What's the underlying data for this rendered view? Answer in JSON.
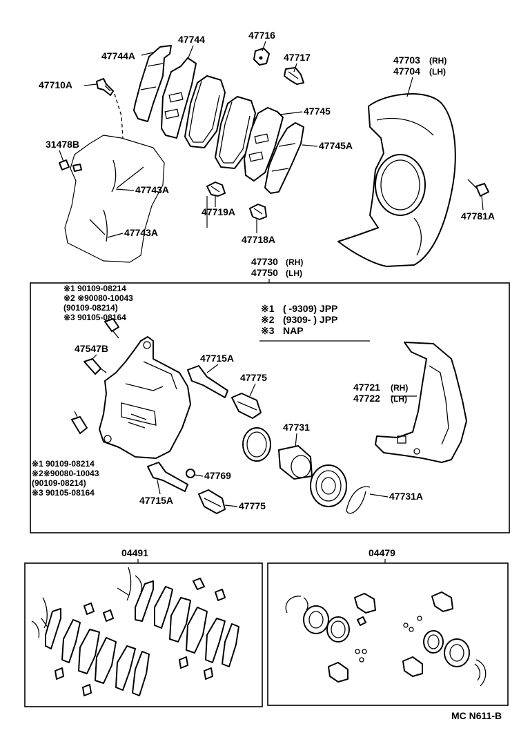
{
  "labels": {
    "p47744A": "47744A",
    "p47744": "47744",
    "p47716": "47716",
    "p47717": "47717",
    "p47703": "47703",
    "p47703_suffix": "(RH)",
    "p47704": "47704",
    "p47704_suffix": "(LH)",
    "p47710A": "47710A",
    "p31478B": "31478B",
    "p47745": "47745",
    "p47745A": "47745A",
    "p47743A_1": "47743A",
    "p47743A_2": "47743A",
    "p47719A": "47719A",
    "p47718A": "47718A",
    "p47781A": "47781A",
    "p47730": "47730",
    "p47730_suffix": "(RH)",
    "p47750": "47750",
    "p47750_suffix": "(LH)",
    "p47547B": "47547B",
    "p47715A_1": "47715A",
    "p47775_1": "47775",
    "p47731": "47731",
    "p47721": "47721",
    "p47721_suffix": "(RH)",
    "p47722": "47722",
    "p47722_suffix": "(LH)",
    "p47769": "47769",
    "p47715A_2": "47715A",
    "p47775_2": "47775",
    "p47731A": "47731A",
    "p04491": "04491",
    "p04479": "04479"
  },
  "bolt_notes_top": [
    "※1  90109-08214",
    "※2 ※90080-10043",
    "      (90109-08214)",
    "※3  90105-08164"
  ],
  "bolt_notes_bottom": [
    "※1 90109-08214",
    "※2※90080-10043",
    "      (90109-08214)",
    "※3  90105-08164"
  ],
  "legend": [
    {
      "mark": "※1",
      "text": "(        -9309) JPP"
    },
    {
      "mark": "※2",
      "text": "(9309-          ) JPP"
    },
    {
      "mark": "※3",
      "text": "NAP"
    }
  ],
  "diagram_code": "MC  N611-B"
}
